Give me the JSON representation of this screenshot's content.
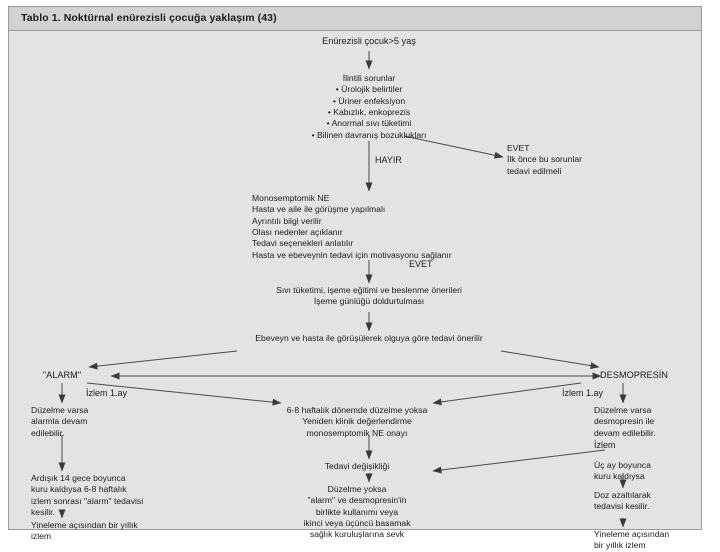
{
  "figure": {
    "caption": "Tablo 1. Noktürnal enürezisli çocuğa yaklaşım (43)",
    "background_color": "#e3e3e3",
    "caption_bar_color": "#d2d2d2",
    "border_color": "#9a9a9a",
    "text_color": "#1b1b1b"
  },
  "chart_data": {
    "type": "diagram",
    "title": "Tablo 1. Noktürnal enürezisli çocuğa yaklaşım (43)",
    "diagram_kind": "clinical-management-flowchart",
    "language": "tr",
    "nodes": [
      {
        "id": "start",
        "text": "Enürezisli çocuk>5 yaş"
      },
      {
        "id": "related",
        "text": "İlintili sorunlar\n• Ürolojik belirtiler\n• Üriner enfeksiyon\n• Kabızlık, enkoprezis\n• Anormal sıvı tüketimi\n• Bilinen davranış bozuklukları"
      },
      {
        "id": "evet_right",
        "text": "EVET\nİlk önce bu sorunlar\ntedavi edilmeli"
      },
      {
        "id": "mono",
        "text": "Monosemptomik NE\nHasta ve aile ile görüşme yapılmalı\nAyrıntılı bilgi verilir\nOlası nedenler açıklanır\nTedavi seçenekleri anlatılır\nHasta ve ebeveynin tedavi için motivasyonu sağlanır"
      },
      {
        "id": "fluid",
        "text": "Sıvı tüketimi, işeme eğitimi ve beslenme önerileri\nİşeme günlüğü doldurtulması"
      },
      {
        "id": "counsel",
        "text": "Ebeveyn ve hasta ile görüşülerek olguya göre tedavi önerilir"
      },
      {
        "id": "alarm",
        "text": "\"ALARM\""
      },
      {
        "id": "desmo",
        "text": "DESMOPRESİN"
      },
      {
        "id": "alarm_ok",
        "text": "Düzelme varsa\nalarmla devam\nedilebilir."
      },
      {
        "id": "desmo_ok",
        "text": "Düzelme varsa\ndesmopresin ile\ndevam edilebilir."
      },
      {
        "id": "alarm_stop",
        "text": "Ardışık 14 gece boyunca\nkuru kaldıysa 6-8 haftalık\nizlem sonrası \"alarm\" tedavisi\nkesilir."
      },
      {
        "id": "alarm_follow",
        "text": "Yineleme açısından bir yıllık\nizlem"
      },
      {
        "id": "nores",
        "text": "6-8 haftalık dönemde düzelme yoksa\nYeniden klinik değerlendirme\nmonosemptomik NE onayı"
      },
      {
        "id": "change",
        "text": "Tedavi değişikliği"
      },
      {
        "id": "escalate",
        "text": "Düzelme yoksa\n\"alarm\" ve desmopresin'in\nbirlikte kullanımı veya\nikinci veya  üçüncü basamak\nsağlık kuruluşlarına sevk"
      },
      {
        "id": "desmo_3mo",
        "text": "Üç ay boyunca\nkuru kaldıysa"
      },
      {
        "id": "desmo_taper",
        "text": "Doz azaltılarak\ntedavisi kesilir."
      },
      {
        "id": "desmo_follow",
        "text": "Yineleme açısından\nbir yıllık izlem"
      }
    ],
    "edge_labels": [
      {
        "id": "hayir",
        "text": "HAYIR"
      },
      {
        "id": "evet_mid",
        "text": "EVET"
      },
      {
        "id": "izlem_left",
        "text": "İzlem 1.ay"
      },
      {
        "id": "izlem_right",
        "text": "İzlem 1.ay"
      },
      {
        "id": "izlem_r2",
        "text": "İzlem"
      }
    ],
    "edges": [
      {
        "from": "start",
        "to": "related",
        "label": ""
      },
      {
        "from": "related",
        "to": "evet_right",
        "label": "EVET"
      },
      {
        "from": "related",
        "to": "mono",
        "label": "HAYIR"
      },
      {
        "from": "mono",
        "to": "fluid",
        "label": "EVET"
      },
      {
        "from": "fluid",
        "to": "counsel",
        "label": ""
      },
      {
        "from": "counsel",
        "to": "alarm",
        "label": ""
      },
      {
        "from": "counsel",
        "to": "desmo",
        "label": ""
      },
      {
        "from": "alarm",
        "to": "desmo",
        "label": "",
        "bidirectional": true
      },
      {
        "from": "alarm",
        "to": "alarm_ok",
        "label": "İzlem 1.ay"
      },
      {
        "from": "alarm_ok",
        "to": "alarm_stop",
        "label": ""
      },
      {
        "from": "alarm_stop",
        "to": "alarm_follow",
        "label": ""
      },
      {
        "from": "alarm",
        "to": "nores",
        "label": ""
      },
      {
        "from": "desmo",
        "to": "nores",
        "label": ""
      },
      {
        "from": "desmo",
        "to": "desmo_ok",
        "label": "İzlem 1.ay"
      },
      {
        "from": "nores",
        "to": "change",
        "label": ""
      },
      {
        "from": "change",
        "to": "escalate",
        "label": ""
      },
      {
        "from": "desmo_ok",
        "to": "desmo_3mo",
        "label": "İzlem"
      },
      {
        "from": "desmo_3mo",
        "to": "desmo_taper",
        "label": ""
      },
      {
        "from": "desmo_taper",
        "to": "desmo_follow",
        "label": ""
      },
      {
        "from": "desmo_ok",
        "to": "change",
        "label": "İzlem"
      }
    ]
  }
}
